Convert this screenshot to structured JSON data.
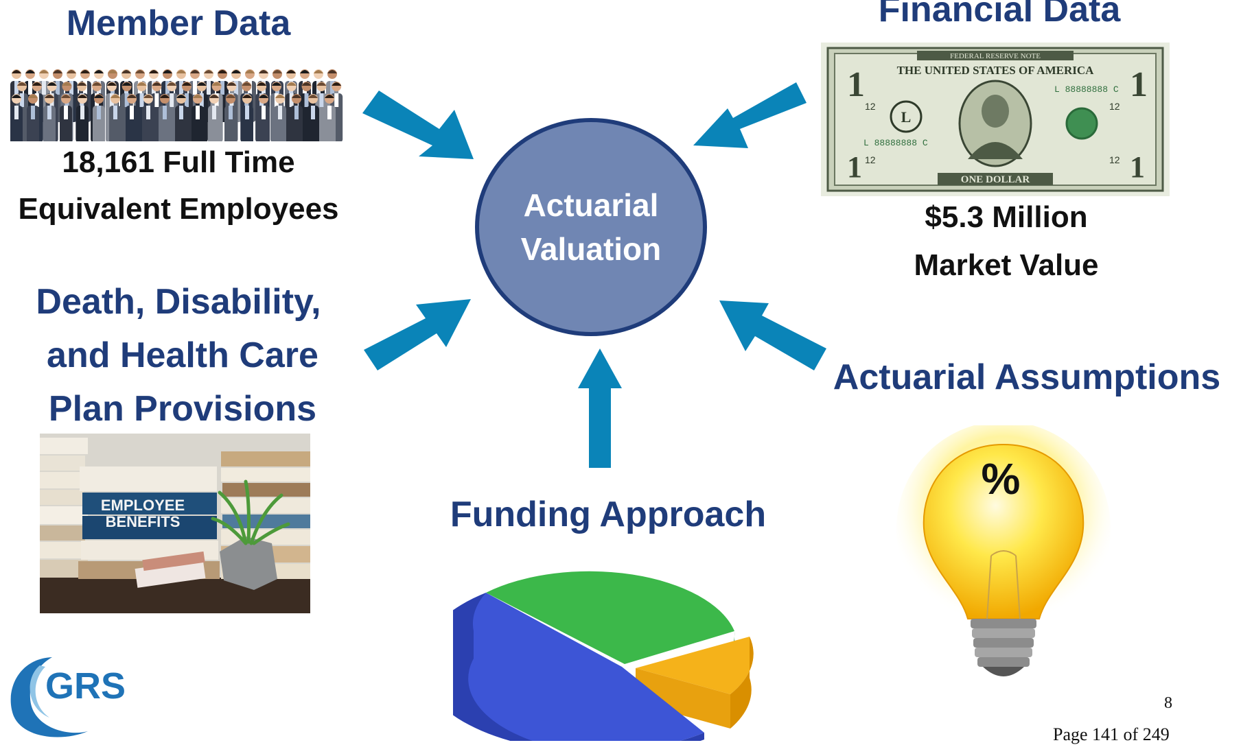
{
  "member": {
    "heading": "Member Data",
    "line1": "18,161 Full Time",
    "line2": "Equivalent Employees"
  },
  "financial": {
    "heading": "Financial Data",
    "line1": "$5.3 Million",
    "line2": "Market Value",
    "bill": {
      "top_banner": "FEDERAL RESERVE NOTE",
      "country": "THE UNITED STATES OF AMERICA",
      "serial": "L 88888888 C",
      "seal_letter": "L",
      "corner_number": "12",
      "denomination_numeral": "1",
      "bottom_banner": "ONE DOLLAR"
    }
  },
  "center": {
    "line1": "Actuarial",
    "line2": "Valuation"
  },
  "plan": {
    "line1": "Death, Disability,",
    "line2": "and Health Care",
    "line3": "Plan Provisions",
    "book_label_line1": "EMPLOYEE",
    "book_label_line2": "BENEFITS"
  },
  "assumptions": {
    "heading": "Actuarial Assumptions",
    "bulb_symbol": "%"
  },
  "funding": {
    "heading": "Funding Approach"
  },
  "logo": {
    "text": "GRS"
  },
  "footer": {
    "slide_number": "8",
    "page_label": "Page 141 of 249"
  },
  "colors": {
    "heading": "#1f3c7a",
    "arrow": "#0a84b8",
    "circle_fill": "#7086b3",
    "pie_blue": "#3d55d6",
    "pie_green": "#3cb84a",
    "pie_orange": "#f5b21a"
  }
}
